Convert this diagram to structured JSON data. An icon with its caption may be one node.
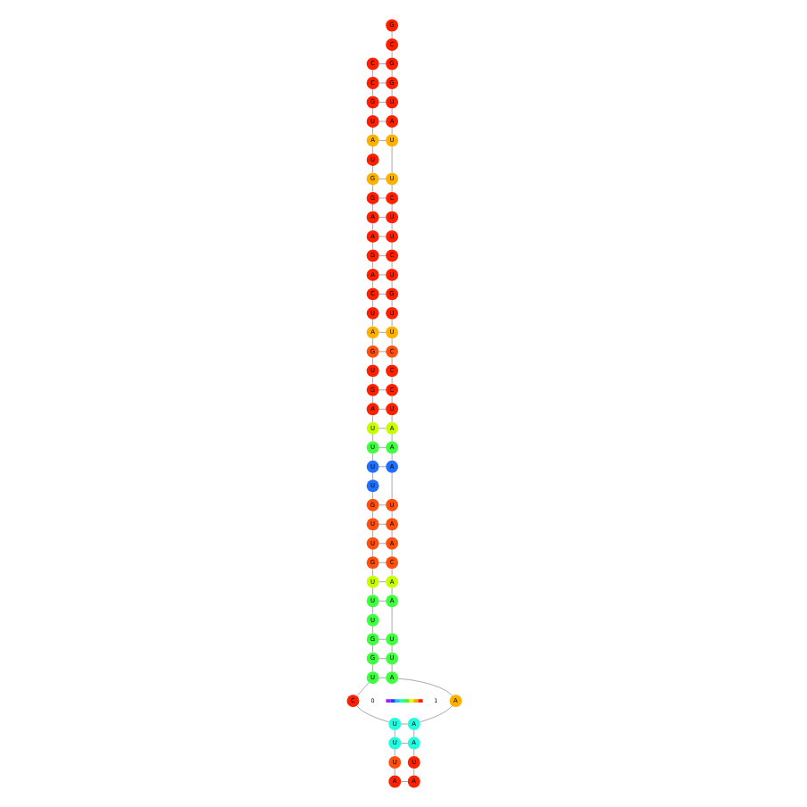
{
  "diagram": {
    "nodes": [
      {
        "text": [
          "C"
        ]
      },
      {
        "text": [
          "C"
        ]
      },
      {
        "text": [
          "G"
        ]
      },
      {
        "text": [
          "U"
        ]
      },
      {
        "text": [
          "A"
        ]
      },
      {
        "text": [
          "U"
        ]
      },
      {
        "text": [
          "G"
        ]
      },
      {
        "text": [
          "G"
        ]
      },
      {
        "text": [
          "A"
        ]
      },
      {
        "text": [
          "A"
        ]
      },
      {
        "text": [
          "G"
        ]
      },
      {
        "text": [
          "A"
        ]
      },
      {
        "text": [
          "C"
        ]
      },
      {
        "text": [
          "U"
        ]
      },
      {
        "text": [
          "A"
        ]
      },
      {
        "text": [
          "G"
        ]
      },
      {
        "text": [
          "U"
        ]
      },
      {
        "text": [
          "G"
        ]
      },
      {
        "text": [
          "A"
        ]
      },
      {
        "text": [
          "U"
        ]
      },
      {
        "text": [
          "U"
        ]
      },
      {
        "text": [
          "U"
        ]
      },
      {
        "text": [
          "U"
        ]
      },
      {
        "text": [
          "G"
        ]
      },
      {
        "text": [
          "U"
        ]
      },
      {
        "text": [
          "U"
        ]
      },
      {
        "text": [
          "G"
        ]
      },
      {
        "text": [
          "U"
        ]
      },
      {
        "text": [
          "U"
        ]
      },
      {
        "text": [
          "U"
        ]
      },
      {
        "text": [
          "G"
        ]
      },
      {
        "text": [
          "G"
        ]
      },
      {
        "text": [
          "U"
        ]
      },
      {
        "text": [
          "C"
        ]
      },
      {
        "text": [
          "U"
        ]
      },
      {
        "text": [
          "U"
        ]
      },
      {
        "text": [
          "U"
        ]
      },
      {
        "text": [
          "A"
        ]
      },
      {
        "text": [
          "A"
        ]
      },
      {
        "text": [
          "U"
        ]
      },
      {
        "text": [
          "A"
        ]
      },
      {
        "text": [
          "A"
        ]
      },
      {
        "text": [
          "A"
        ]
      },
      {
        "text": [
          "A"
        ]
      },
      {
        "text": [
          "U"
        ]
      },
      {
        "text": [
          "U"
        ]
      },
      {
        "text": [
          "A"
        ]
      },
      {
        "text": [
          "A"
        ]
      },
      {
        "text": [
          "C"
        ]
      },
      {
        "text": [
          "A"
        ]
      },
      {
        "text": [
          "A"
        ]
      },
      {
        "text": [
          "U"
        ]
      },
      {
        "text": [
          "A"
        ]
      },
      {
        "text": [
          "A"
        ]
      },
      {
        "text": [
          "A"
        ]
      },
      {
        "text": [
          "U"
        ]
      },
      {
        "text": [
          "C"
        ]
      },
      {
        "text": [
          "C"
        ]
      },
      {
        "text": [
          "C"
        ]
      },
      {
        "text": [
          "U"
        ]
      },
      {
        "text": [
          "U"
        ]
      },
      {
        "text": [
          "G"
        ]
      },
      {
        "text": [
          "U"
        ]
      },
      {
        "text": [
          "C"
        ]
      },
      {
        "text": [
          "U"
        ]
      },
      {
        "text": [
          "U"
        ]
      },
      {
        "text": [
          "C"
        ]
      },
      {
        "text": [
          "U"
        ]
      },
      {
        "text": [
          "U"
        ]
      },
      {
        "text": [
          "A"
        ]
      },
      {
        "text": [
          "U"
        ]
      },
      {
        "text": [
          "G"
        ]
      },
      {
        "text": [
          "G"
        ]
      },
      {
        "text": [
          "C"
        ]
      },
      {
        "text": [
          "G"
        ]
      }
    ],
    "edges": [
      {
        "from": 0,
        "to": 1,
        "arrow": "none"
      },
      {
        "from": 1,
        "to": 2,
        "arrow": "none"
      },
      {
        "from": 2,
        "to": 3,
        "arrow": "none"
      },
      {
        "from": 3,
        "to": 4,
        "arrow": "none"
      },
      {
        "from": 4,
        "to": 5,
        "arrow": "none"
      },
      {
        "from": 5,
        "to": 6,
        "arrow": "none"
      },
      {
        "from": 6,
        "to": 7,
        "arrow": "none"
      },
      {
        "from": 7,
        "to": 8,
        "arrow": "none"
      },
      {
        "from": 8,
        "to": 9,
        "arrow": "none"
      },
      {
        "from": 9,
        "to": 10,
        "arrow": "none"
      },
      {
        "from": 10,
        "to": 11,
        "arrow": "none"
      },
      {
        "from": 11,
        "to": 12,
        "arrow": "none"
      },
      {
        "from": 12,
        "to": 13,
        "arrow": "none"
      },
      {
        "from": 13,
        "to": 14,
        "arrow": "none"
      },
      {
        "from": 14,
        "to": 15,
        "arrow": "none"
      },
      {
        "from": 15,
        "to": 16,
        "arrow": "none"
      },
      {
        "from": 16,
        "to": 17,
        "arrow": "none"
      },
      {
        "from": 17,
        "to": 18,
        "arrow": "none"
      },
      {
        "from": 18,
        "to": 19,
        "arrow": "none"
      },
      {
        "from": 19,
        "to": 20,
        "arrow": "none"
      },
      {
        "from": 20,
        "to": 21,
        "arrow": "none"
      },
      {
        "from": 21,
        "to": 22,
        "arrow": "none"
      },
      {
        "from": 22,
        "to": 23,
        "arrow": "none"
      },
      {
        "from": 23,
        "to": 24,
        "arrow": "none"
      },
      {
        "from": 24,
        "to": 25,
        "arrow": "none"
      },
      {
        "from": 25,
        "to": 26,
        "arrow": "none"
      },
      {
        "from": 26,
        "to": 27,
        "arrow": "none"
      },
      {
        "from": 27,
        "to": 28,
        "arrow": "none"
      },
      {
        "from": 28,
        "to": 29,
        "arrow": "none"
      },
      {
        "from": 29,
        "to": 30,
        "arrow": "none"
      },
      {
        "from": 30,
        "to": 31,
        "arrow": "none"
      },
      {
        "from": 31,
        "to": 32,
        "arrow": "none"
      },
      {
        "from": 32,
        "to": 33,
        "arrow": "none"
      },
      {
        "from": 33,
        "to": 34,
        "arrow": "none"
      },
      {
        "from": 34,
        "to": 35,
        "arrow": "none"
      },
      {
        "from": 35,
        "to": 36,
        "arrow": "none"
      },
      {
        "from": 36,
        "to": 37,
        "arrow": "none"
      },
      {
        "from": 37,
        "to": 38,
        "arrow": "none"
      },
      {
        "from": 38,
        "to": 39,
        "arrow": "none"
      },
      {
        "from": 39,
        "to": 40,
        "arrow": "none"
      },
      {
        "from": 40,
        "to": 41,
        "arrow": "none"
      },
      {
        "from": 41,
        "to": 42,
        "arrow": "none"
      },
      {
        "from": 42,
        "to": 43,
        "arrow": "none"
      },
      {
        "from": 43,
        "to": 44,
        "arrow": "none"
      },
      {
        "from": 44,
        "to": 45,
        "arrow": "none"
      },
      {
        "from": 45,
        "to": 46,
        "arrow": "none"
      },
      {
        "from": 46,
        "to": 47,
        "arrow": "none"
      },
      {
        "from": 47,
        "to": 48,
        "arrow": "none"
      },
      {
        "from": 48,
        "to": 49,
        "arrow": "none"
      },
      {
        "from": 49,
        "to": 50,
        "arrow": "none"
      },
      {
        "from": 50,
        "to": 51,
        "arrow": "none"
      },
      {
        "from": 51,
        "to": 52,
        "arrow": "none"
      },
      {
        "from": 52,
        "to": 53,
        "arrow": "none"
      },
      {
        "from": 53,
        "to": 54,
        "arrow": "none"
      },
      {
        "from": 54,
        "to": 55,
        "arrow": "none"
      },
      {
        "from": 55,
        "to": 56,
        "arrow": "none"
      },
      {
        "from": 56,
        "to": 57,
        "arrow": "none"
      },
      {
        "from": 57,
        "to": 58,
        "arrow": "none"
      },
      {
        "from": 58,
        "to": 59,
        "arrow": "none"
      },
      {
        "from": 59,
        "to": 60,
        "arrow": "none"
      },
      {
        "from": 60,
        "to": 61,
        "arrow": "none"
      },
      {
        "from": 61,
        "to": 62,
        "arrow": "none"
      },
      {
        "from": 62,
        "to": 63,
        "arrow": "none"
      },
      {
        "from": 63,
        "to": 64,
        "arrow": "none"
      },
      {
        "from": 64,
        "to": 65,
        "arrow": "none"
      },
      {
        "from": 65,
        "to": 66,
        "arrow": "none"
      },
      {
        "from": 66,
        "to": 67,
        "arrow": "none"
      },
      {
        "from": 67,
        "to": 68,
        "arrow": "none"
      },
      {
        "from": 68,
        "to": 69,
        "arrow": "none"
      },
      {
        "from": 69,
        "to": 70,
        "arrow": "none"
      },
      {
        "from": 70,
        "to": 71,
        "arrow": "none"
      },
      {
        "from": 71,
        "to": 72,
        "arrow": "none"
      },
      {
        "from": 72,
        "to": 73,
        "arrow": "none"
      },
      {
        "from": 73,
        "to": 74,
        "arrow": "none"
      },
      {
        "from": 0,
        "to": 72,
        "arrow": "none"
      },
      {
        "from": 1,
        "to": 71,
        "arrow": "none"
      },
      {
        "from": 2,
        "to": 70,
        "arrow": "none"
      },
      {
        "from": 3,
        "to": 69,
        "arrow": "none"
      },
      {
        "from": 4,
        "to": 68,
        "arrow": "none"
      },
      {
        "from": 6,
        "to": 67,
        "arrow": "none"
      },
      {
        "from": 7,
        "to": 66,
        "arrow": "none"
      },
      {
        "from": 8,
        "to": 65,
        "arrow": "none"
      },
      {
        "from": 9,
        "to": 64,
        "arrow": "none"
      },
      {
        "from": 10,
        "to": 63,
        "arrow": "none"
      },
      {
        "from": 11,
        "to": 62,
        "arrow": "none"
      },
      {
        "from": 12,
        "to": 61,
        "arrow": "none"
      },
      {
        "from": 14,
        "to": 59,
        "arrow": "none"
      },
      {
        "from": 15,
        "to": 58,
        "arrow": "none"
      },
      {
        "from": 17,
        "to": 56,
        "arrow": "none"
      },
      {
        "from": 18,
        "to": 55,
        "arrow": "none"
      },
      {
        "from": 19,
        "to": 54,
        "arrow": "none"
      },
      {
        "from": 20,
        "to": 53,
        "arrow": "none"
      },
      {
        "from": 21,
        "to": 52,
        "arrow": "none"
      },
      {
        "from": 23,
        "to": 51,
        "arrow": "none"
      },
      {
        "from": 24,
        "to": 50,
        "arrow": "none"
      },
      {
        "from": 25,
        "to": 49,
        "arrow": "none"
      },
      {
        "from": 26,
        "to": 48,
        "arrow": "none"
      },
      {
        "from": 27,
        "to": 47,
        "arrow": "none"
      },
      {
        "from": 28,
        "to": 46,
        "arrow": "none"
      },
      {
        "from": 30,
        "to": 45,
        "arrow": "none"
      },
      {
        "from": 31,
        "to": 44,
        "arrow": "none"
      },
      {
        "from": 32,
        "to": 43,
        "arrow": "none"
      },
      {
        "from": 34,
        "to": 41,
        "arrow": "none"
      },
      {
        "from": 35,
        "to": 40,
        "arrow": "none"
      }
    ],
    "labels": [
      "0",
      "1"
    ]
  }
}
